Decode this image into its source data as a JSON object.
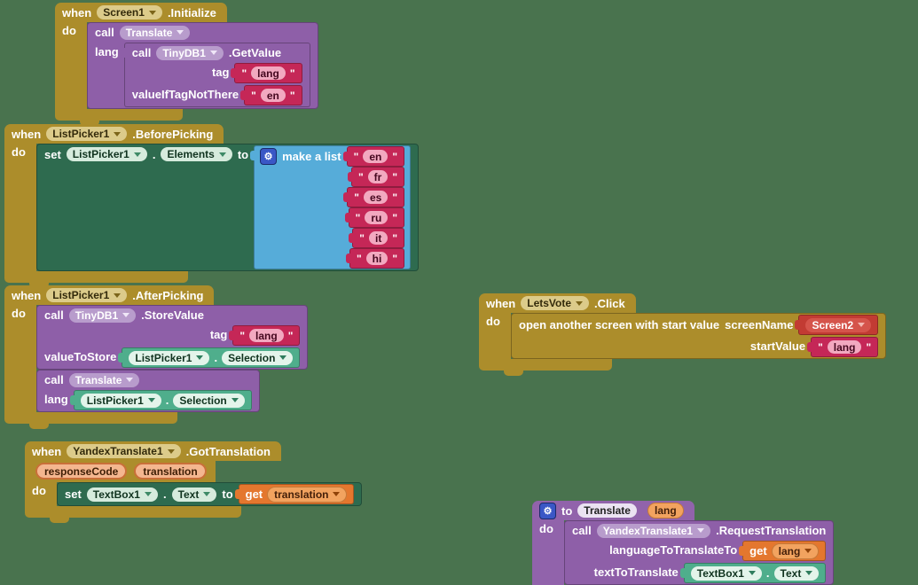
{
  "workspace": {
    "background": "#49734E"
  },
  "palette": {
    "event_gold": "#AC8D2B",
    "procedure_purple": "#8E5FA8",
    "set_green": "#2E6B4F",
    "getter_green": "#4FAE8C",
    "list_blue": "#56ACD9",
    "text_magenta": "#C52757",
    "get_orange": "#E4772E",
    "screen_red": "#C23B33",
    "gear_blue": "#3A57C6"
  },
  "kw": {
    "when": "when",
    "do": "do",
    "call": "call",
    "set": "set",
    "to": "to",
    "get": "get",
    "dot": ".",
    "quote": "\""
  },
  "g1": {
    "component": "Screen1",
    "event": ".Initialize",
    "proc": "Translate",
    "arg_lang": "lang",
    "comp2": "TinyDB1",
    "method": ".GetValue",
    "arg_tag": "tag",
    "tag_val": "lang",
    "arg_default": "valueIfTagNotThere",
    "default_val": "en"
  },
  "g2": {
    "component": "ListPicker1",
    "event": ".BeforePicking",
    "set_component": "ListPicker1",
    "set_prop": "Elements",
    "list_label": "make a list",
    "items": [
      "en",
      "fr",
      "es",
      "ru",
      "it",
      "hi"
    ]
  },
  "g3": {
    "component": "ListPicker1",
    "event": ".AfterPicking",
    "comp2": "TinyDB1",
    "method": ".StoreValue",
    "arg_tag": "tag",
    "tag_val": "lang",
    "arg_value": "valueToStore",
    "getter_comp": "ListPicker1",
    "getter_prop": "Selection",
    "proc": "Translate",
    "arg_lang": "lang",
    "getter2_comp": "ListPicker1",
    "getter2_prop": "Selection"
  },
  "g4": {
    "component": "LetsVote",
    "event": ".Click",
    "stmt": "open another screen with start value",
    "arg_screen": "screenName",
    "screen_val": "Screen2",
    "arg_start": "startValue",
    "start_val": "lang"
  },
  "g5": {
    "component": "YandexTranslate1",
    "event": ".GotTranslation",
    "param1": "responseCode",
    "param2": "translation",
    "set_component": "TextBox1",
    "set_prop": "Text",
    "get_var": "translation"
  },
  "g6": {
    "proc": "Translate",
    "param": "lang",
    "comp": "YandexTranslate1",
    "method": ".RequestTranslation",
    "arg_lang": "languageToTranslateTo",
    "get_var": "lang",
    "arg_text": "textToTranslate",
    "getter_comp": "TextBox1",
    "getter_prop": "Text"
  }
}
